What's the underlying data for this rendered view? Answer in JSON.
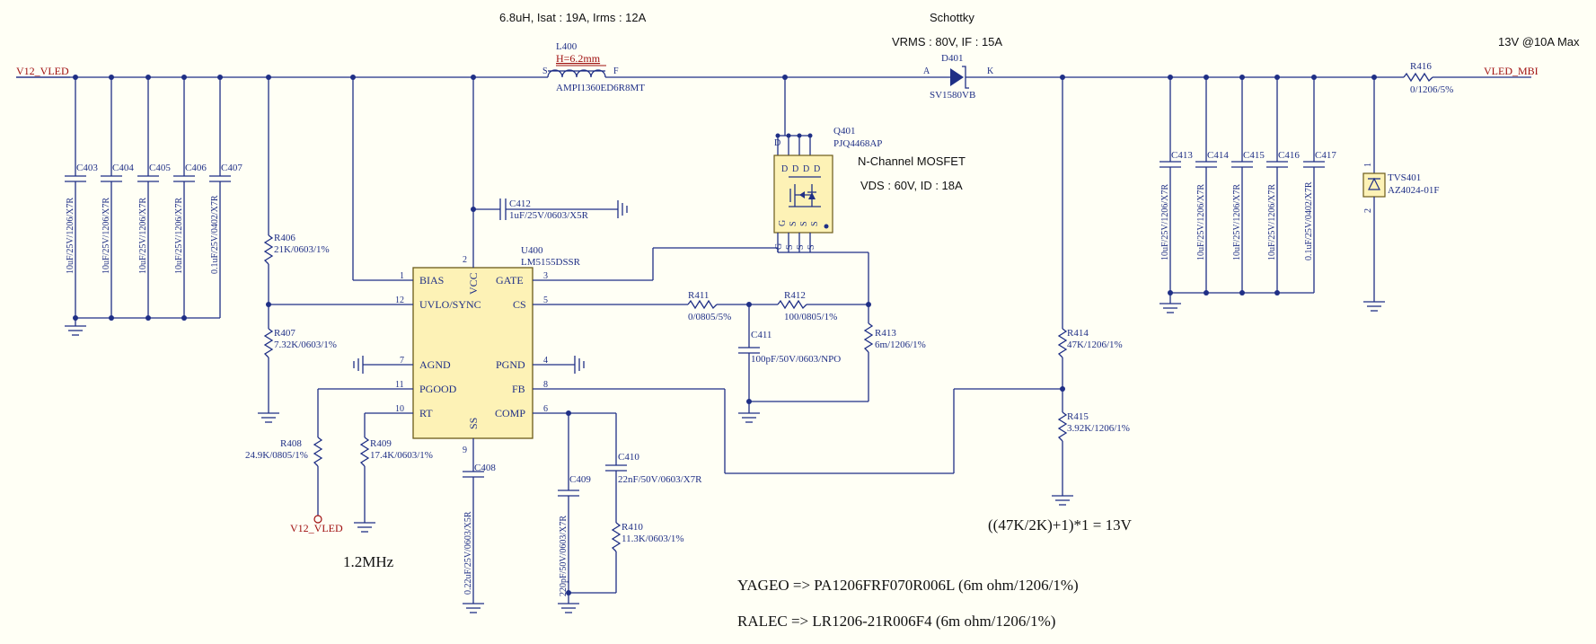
{
  "notes": {
    "inductor_spec": "6.8uH, Isat : 19A, Irms : 12A",
    "diode_type": "Schottky",
    "diode_spec": "VRMS : 80V, IF : 15A",
    "output_spec": "13V @10A Max",
    "mosfet_type": "N-Channel MOSFET",
    "mosfet_spec": "VDS : 60V, ID : 18A",
    "frequency": "1.2MHz",
    "vout_formula": "((47K/2K)+1)*1 = 13V",
    "yageo_note": "YAGEO => PA1206FRF070R006L (6m ohm/1206/1%)",
    "ralec_note": "RALEC => LR1206-21R006F4 (6m ohm/1206/1%)"
  },
  "nets": {
    "input": "V12_VLED",
    "output": "VLED_MBI",
    "pgood_pullup": "V12_VLED"
  },
  "components": {
    "C403": {
      "ref": "C403",
      "value": "10uF/25V/1206/X7R"
    },
    "C404": {
      "ref": "C404",
      "value": "10uF/25V/1206/X7R"
    },
    "C405": {
      "ref": "C405",
      "value": "10uF/25V/1206/X7R"
    },
    "C406": {
      "ref": "C406",
      "value": "10uF/25V/1206/X7R"
    },
    "C407": {
      "ref": "C407",
      "value": "0.1uF/25V/0402/X7R"
    },
    "R406": {
      "ref": "R406",
      "value": "21K/0603/1%"
    },
    "R407": {
      "ref": "R407",
      "value": "7.32K/0603/1%"
    },
    "R408": {
      "ref": "R408",
      "value": "24.9K/0805/1%"
    },
    "R409": {
      "ref": "R409",
      "value": "17.4K/0603/1%"
    },
    "C408": {
      "ref": "C408",
      "value": "0.22uF/25V/0603/X5R"
    },
    "C409": {
      "ref": "C409",
      "value": "220pF/50V/0603/X7R"
    },
    "C410": {
      "ref": "C410",
      "value": "22nF/50V/0603/X7R"
    },
    "R410": {
      "ref": "R410",
      "value": "11.3K/0603/1%"
    },
    "C412": {
      "ref": "C412",
      "value": "1uF/25V/0603/X5R"
    },
    "L400": {
      "ref": "L400",
      "value": "AMPI1360ED6R8MT",
      "height": "H=6.2mm"
    },
    "U400": {
      "ref": "U400",
      "value": "LM5155DSSR"
    },
    "Q401": {
      "ref": "Q401",
      "value": "PJQ4468AP"
    },
    "R411": {
      "ref": "R411",
      "value": "0/0805/5%"
    },
    "R412": {
      "ref": "R412",
      "value": "100/0805/1%"
    },
    "C411": {
      "ref": "C411",
      "value": "100pF/50V/0603/NPO"
    },
    "R413": {
      "ref": "R413",
      "value": "6m/1206/1%"
    },
    "D401": {
      "ref": "D401",
      "value": "SV1580VB",
      "anode": "A",
      "cathode": "K"
    },
    "R414": {
      "ref": "R414",
      "value": "47K/1206/1%"
    },
    "R415": {
      "ref": "R415",
      "value": "3.92K/1206/1%"
    },
    "C413": {
      "ref": "C413",
      "value": "10uF/25V/1206/X7R"
    },
    "C414": {
      "ref": "C414",
      "value": "10uF/25V/1206/X7R"
    },
    "C415": {
      "ref": "C415",
      "value": "10uF/25V/1206/X7R"
    },
    "C416": {
      "ref": "C416",
      "value": "10uF/25V/1206/X7R"
    },
    "C417": {
      "ref": "C417",
      "value": "0.1uF/25V/0402/X7R"
    },
    "R416": {
      "ref": "R416",
      "value": "0/1206/5%"
    },
    "TVS401": {
      "ref": "TVS401",
      "value": "AZ4024-01F",
      "pin1": "1",
      "pin2": "2"
    }
  },
  "inductor_pins": {
    "s": "S",
    "f": "F"
  },
  "u400_pins": {
    "bias": "BIAS",
    "uvlo": "UVLO/SYNC",
    "agnd": "AGND",
    "pgood": "PGOOD",
    "rt": "RT",
    "gate": "GATE",
    "cs": "CS",
    "pgnd": "PGND",
    "fb": "FB",
    "comp": "COMP",
    "vcc": "VCC",
    "ss": "SS",
    "n_bias": "1",
    "n_uvlo": "12",
    "n_agnd": "7",
    "n_pgood": "11",
    "n_rt": "10",
    "n_gate": "3",
    "n_cs": "5",
    "n_pgnd": "4",
    "n_fb": "8",
    "n_comp": "6",
    "n_vcc": "2",
    "n_ss": "9"
  },
  "q401_pins": {
    "d": "D",
    "g": "G",
    "s": "S"
  }
}
